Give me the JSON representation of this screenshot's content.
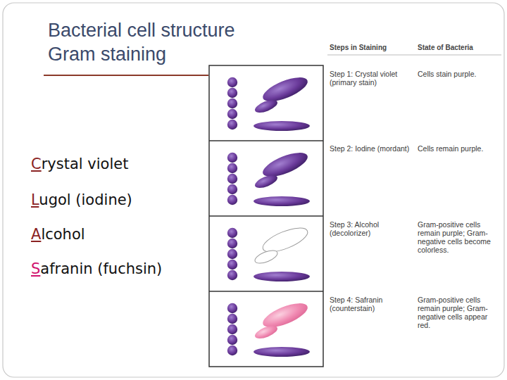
{
  "diagram": {
    "title": "Bacterial cell structure Gram staining",
    "labels": [
      "Crystal violet",
      "Lugol (iodine)",
      "Alcohol",
      "Safranin (fuchsin)",
      "Steps in Staining",
      "State of Bacteria",
      "Step 1: Crystal violet (primary stain)",
      "Cells stain purple.",
      "Step 2: Iodine (mordant)",
      "Cells remain purple.",
      "Step 3: Alcohol (decolorizer)",
      "Gram-positive cells remain purple; Gram-negative cells become colorless.",
      "Step 4: Safranin (counterstain)",
      "Gram-positive cells remain purple; Gram-negative cells appear red."
    ]
  }
}
